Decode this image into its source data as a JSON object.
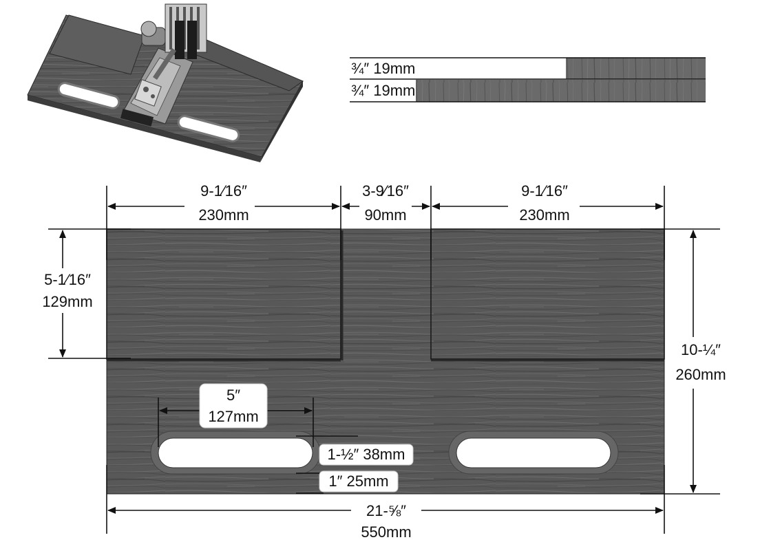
{
  "colors": {
    "wood_dark": "#4f4f4f",
    "wood_mid": "#5d5d5d",
    "wood_light": "#6c6c6c",
    "dim_line": "#111111",
    "slot_fill": "#ffffff",
    "label_bg": "#ffffff"
  },
  "thickness": {
    "layer_top_label": "¾″ 19mm",
    "layer_bottom_label": "¾″ 19mm"
  },
  "dimensions": {
    "left_width": {
      "imperial": "9-1⁄16″",
      "metric": "230mm"
    },
    "gap_width": {
      "imperial": "3-9⁄16″",
      "metric": "90mm"
    },
    "right_width": {
      "imperial": "9-1⁄16″",
      "metric": "230mm"
    },
    "upper_height": {
      "imperial": "5-1⁄16″",
      "metric": "129mm"
    },
    "total_height": {
      "imperial": "10-¼″",
      "metric": "260mm"
    },
    "total_width": {
      "imperial": "21-⅝″",
      "metric": "550mm"
    },
    "slot_length": {
      "imperial": "5″",
      "metric": "127mm"
    },
    "slot_width": {
      "label": "1-½″ 38mm"
    },
    "slot_offset": {
      "label": "1″ 25mm"
    }
  },
  "icons": {
    "preview": "machine-on-board-render"
  }
}
